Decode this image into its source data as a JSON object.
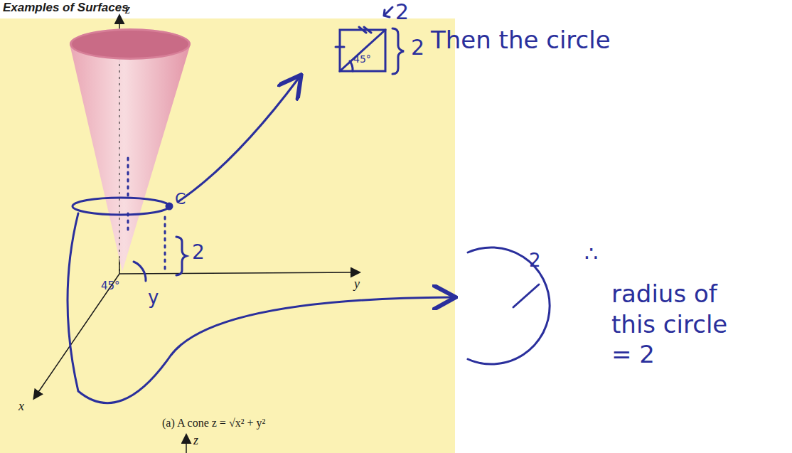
{
  "diagram": {
    "title": "Examples of Surfaces",
    "caption": "(a) A cone z = √x² + y²",
    "labels": [
      "z",
      "y",
      "x",
      "z",
      "2",
      "2",
      "45°",
      "Then the circle",
      "C",
      "2",
      "45°",
      "y",
      "2",
      "∴",
      "radius of this circle = 2"
    ]
  }
}
